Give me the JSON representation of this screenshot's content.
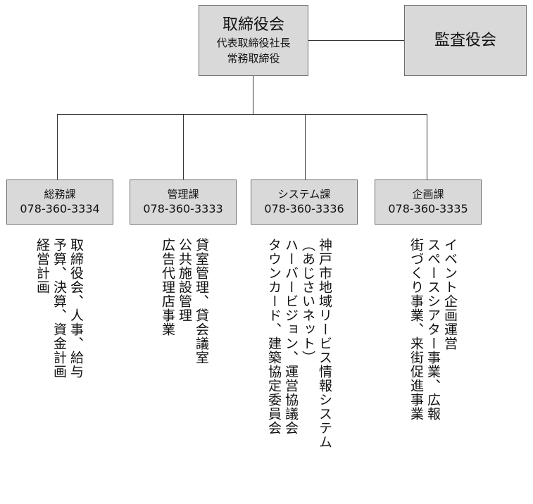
{
  "board": {
    "title": "取締役会",
    "lines": [
      "代表取締役社長",
      "常務取締役"
    ]
  },
  "audit": {
    "title": "監査役会"
  },
  "departments": [
    {
      "name": "総務課",
      "phone": "078-360-3334",
      "duties": [
        "取締役会、人事、給与",
        "予算、決算、資金計画",
        "経営計画"
      ]
    },
    {
      "name": "管理課",
      "phone": "078-360-3333",
      "duties": [
        "貸室管理、貸会議室",
        "公共施設管理",
        "広告代理店事業"
      ]
    },
    {
      "name": "システム課",
      "phone": "078-360-3336",
      "duties": [
        "神戸市地域リービス情報システム",
        "（あじさいネット）",
        "ハーバービジョン、運営協議会",
        "タウンカード、建築協定委員会"
      ]
    },
    {
      "name": "企画課",
      "phone": "078-360-3335",
      "duties": [
        "イベント企画運営",
        "スペースシアター事業、広報",
        "街づくり事業、来街促進事業"
      ]
    }
  ]
}
